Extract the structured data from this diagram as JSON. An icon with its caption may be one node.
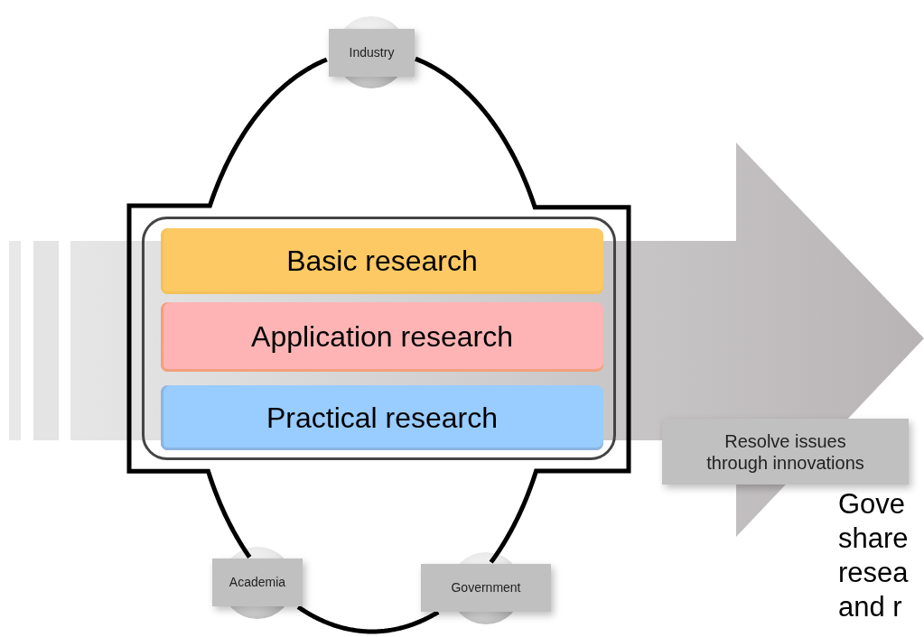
{
  "diagram": {
    "nodes": [
      {
        "text": [],
        "shape": "box"
      },
      {
        "text": [
          "Basic research"
        ],
        "in": 0
      },
      {
        "text": [
          "Application research"
        ],
        "in": 0
      },
      {
        "text": [
          "Practical research"
        ],
        "in": 0
      },
      {
        "text": [
          "Industry"
        ]
      },
      {
        "text": [
          "Academia"
        ]
      },
      {
        "text": [
          "Government"
        ]
      },
      {
        "text": [
          "Resolve issues through innovations"
        ]
      }
    ],
    "edges": [
      {
        "from": 4,
        "to": 6,
        "arrow": "none"
      },
      {
        "from": 6,
        "to": 5,
        "arrow": "none"
      },
      {
        "from": 5,
        "to": 4,
        "arrow": "none"
      }
    ],
    "labels": [
      "Gove share resea and r"
    ]
  }
}
